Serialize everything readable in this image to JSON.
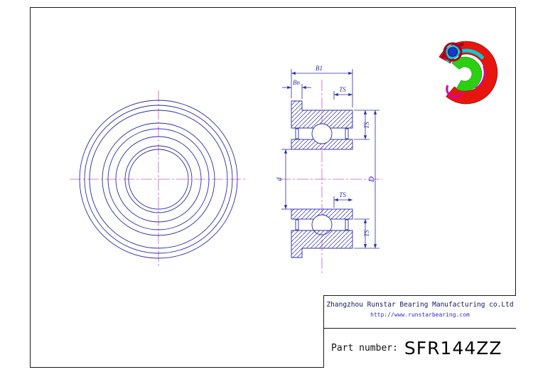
{
  "drawing": {
    "dim_labels": {
      "b1": "B1",
      "bn": "Bn",
      "ts": "TS",
      "bore": "d",
      "outer": "D"
    }
  },
  "title_block": {
    "company": "Zhangzhou Runstar Bearing Manufacturing co.Ltd",
    "website": "http://www.runstarbearing.com",
    "part_label": "Part number:",
    "part_number": "SFR144ZZ"
  },
  "colors": {
    "line": "#2b2bb0",
    "centerline": "#cc55cc",
    "frame": "#1a1a1a",
    "render_red": "#e8150f",
    "render_crimson": "#a00028",
    "render_green": "#2ccf12",
    "render_cyan": "#00cfd4",
    "render_blue": "#1d36c8",
    "render_magenta": "#d400a8"
  }
}
